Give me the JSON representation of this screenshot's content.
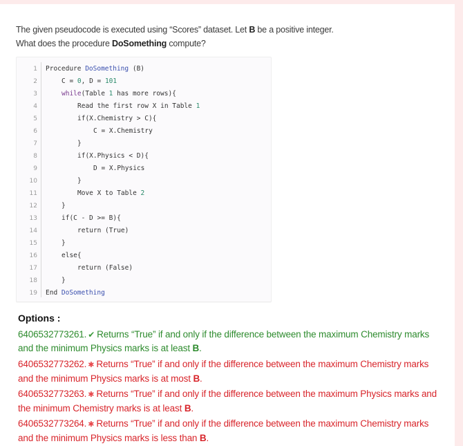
{
  "question": {
    "prefix": "The given pseudocode is executed using “Scores” dataset. Let ",
    "bold_var": "B",
    "middle": " be a positive integer. What does the procedure ",
    "bold_proc": "DoSomething",
    "suffix": " compute?"
  },
  "code": {
    "lines": [
      {
        "n": "1",
        "indent": 0,
        "text": "Procedure DoSomething (B)"
      },
      {
        "n": "2",
        "indent": 1,
        "text": "C = 0, D = 101"
      },
      {
        "n": "3",
        "indent": 1,
        "text": "while(Table 1 has more rows){"
      },
      {
        "n": "4",
        "indent": 2,
        "text": "Read the first row X in Table 1"
      },
      {
        "n": "5",
        "indent": 2,
        "text": "if(X.Chemistry > C){"
      },
      {
        "n": "6",
        "indent": 3,
        "text": "C = X.Chemistry"
      },
      {
        "n": "7",
        "indent": 2,
        "text": "}"
      },
      {
        "n": "8",
        "indent": 2,
        "text": "if(X.Physics < D){"
      },
      {
        "n": "9",
        "indent": 3,
        "text": "D = X.Physics"
      },
      {
        "n": "10",
        "indent": 2,
        "text": "}"
      },
      {
        "n": "11",
        "indent": 2,
        "text": "Move X to Table 2"
      },
      {
        "n": "12",
        "indent": 1,
        "text": "}"
      },
      {
        "n": "13",
        "indent": 1,
        "text": "if(C - D >= B){"
      },
      {
        "n": "14",
        "indent": 2,
        "text": "return (True)"
      },
      {
        "n": "15",
        "indent": 1,
        "text": "}"
      },
      {
        "n": "16",
        "indent": 1,
        "text": "else{"
      },
      {
        "n": "17",
        "indent": 2,
        "text": "return (False)"
      },
      {
        "n": "18",
        "indent": 1,
        "text": "}"
      },
      {
        "n": "19",
        "indent": 0,
        "text": "End DoSomething"
      }
    ]
  },
  "options": {
    "title": "Options :",
    "items": [
      {
        "id": "6406532773261.",
        "status": "correct",
        "icon": "✔",
        "text": "Returns “True” if and only if the difference between the maximum Chemistry marks and the minimum Physics marks is at least ",
        "bold": "B",
        "end": "."
      },
      {
        "id": "6406532773262.",
        "status": "wrong",
        "icon": "✱",
        "text": "Returns “True” if and only if the difference between the maximum Chemistry marks and the minimum Physics marks is at most ",
        "bold": "B",
        "end": "."
      },
      {
        "id": "6406532773263.",
        "status": "wrong",
        "icon": "✱",
        "text": "Returns “True” if and only if the difference between the maximum Physics marks and the minimum Chemistry marks is at least ",
        "bold": "B",
        "end": "."
      },
      {
        "id": "6406532773264.",
        "status": "wrong",
        "icon": "✱",
        "text": "Returns “True” if and only if the difference between the maximum Chemistry marks and the minimum Physics marks is less than ",
        "bold": "B",
        "end": "."
      }
    ]
  },
  "colors": {
    "correct": "#2e8b2e",
    "wrong": "#d8252b",
    "frame": "#fdebeb"
  }
}
